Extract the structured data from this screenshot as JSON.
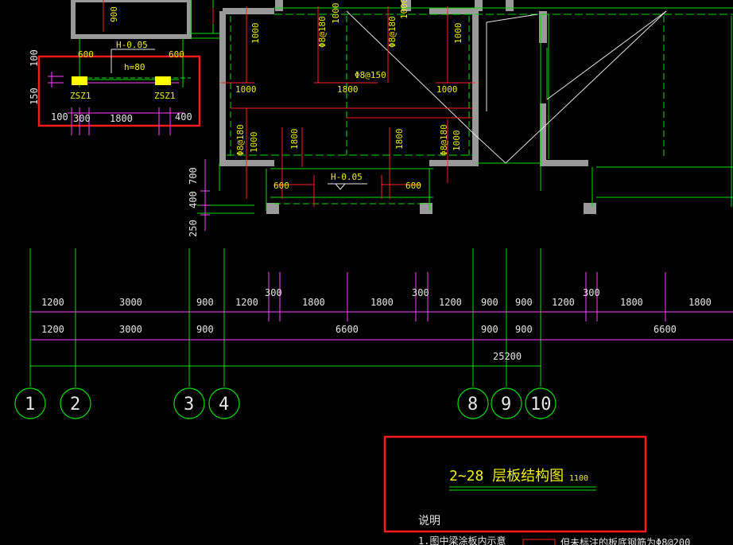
{
  "drawing": {
    "title": "2~28  层板结构图",
    "title_note": "1100",
    "notes_heading": "说明",
    "note_1": "1.图中梁涂板内示意",
    "note_2": "但未标注的板底钢筋为Φ8@200"
  },
  "colors": {
    "background": "#000000",
    "grid_green": "#00e000",
    "wall_gray": "#9a9a9a",
    "dim_magenta": "#ff40ff",
    "text_yellow": "#f0f000",
    "text_white": "#e6e6e6",
    "rebar_red": "#ff2020",
    "highlight_red": "#ff1a1a",
    "column_yellow": "#ffff00"
  },
  "callout": {
    "label_h": "H-0.05",
    "label_thick": "h=80",
    "dim_600_left": "600",
    "dim_600_right": "600",
    "col_left": "ZSZ1",
    "col_right": "ZSZ1",
    "dim_100": "100",
    "dim_300": "300",
    "dim_1800": "1800",
    "dim_400": "400",
    "dim_900_top": "900",
    "dim_100_side": "100",
    "dim_150_side": "150"
  },
  "plan": {
    "bay_dim_1000_l": "1000",
    "bay_dim_1800_mid": "1800",
    "bay_dim_1000_r": "1000",
    "rebar_top_1": "Φ8@180",
    "rebar_top_2": "Φ8@180",
    "rebar_top_3": "1000",
    "rebar_150": "Φ8@150",
    "rebar_v_1000_tl": "1000",
    "rebar_bl_1": "Φ8@180",
    "rebar_bl_2": "1000",
    "rebar_mid_v": "1800",
    "rebar_mid_v2": "1800",
    "rebar_br_1": "Φ8@180",
    "rebar_br_2": "1000",
    "bot_600_l": "600",
    "bot_h": "H-0.05",
    "bot_600_r": "600",
    "side_700": "700",
    "side_400": "400",
    "side_250": "250"
  },
  "dimensions": {
    "row1": [
      "1200",
      "3000",
      "900",
      "1200",
      "300",
      "1800",
      "1800",
      "300",
      "1200",
      "900",
      "900",
      "1200",
      "300",
      "1800",
      "1800"
    ],
    "row2": [
      "1200",
      "3000",
      "900",
      "6600",
      "900",
      "900",
      "6600"
    ],
    "total": "25200"
  },
  "axes": [
    "1",
    "2",
    "3",
    "4",
    "8",
    "9",
    "10"
  ]
}
